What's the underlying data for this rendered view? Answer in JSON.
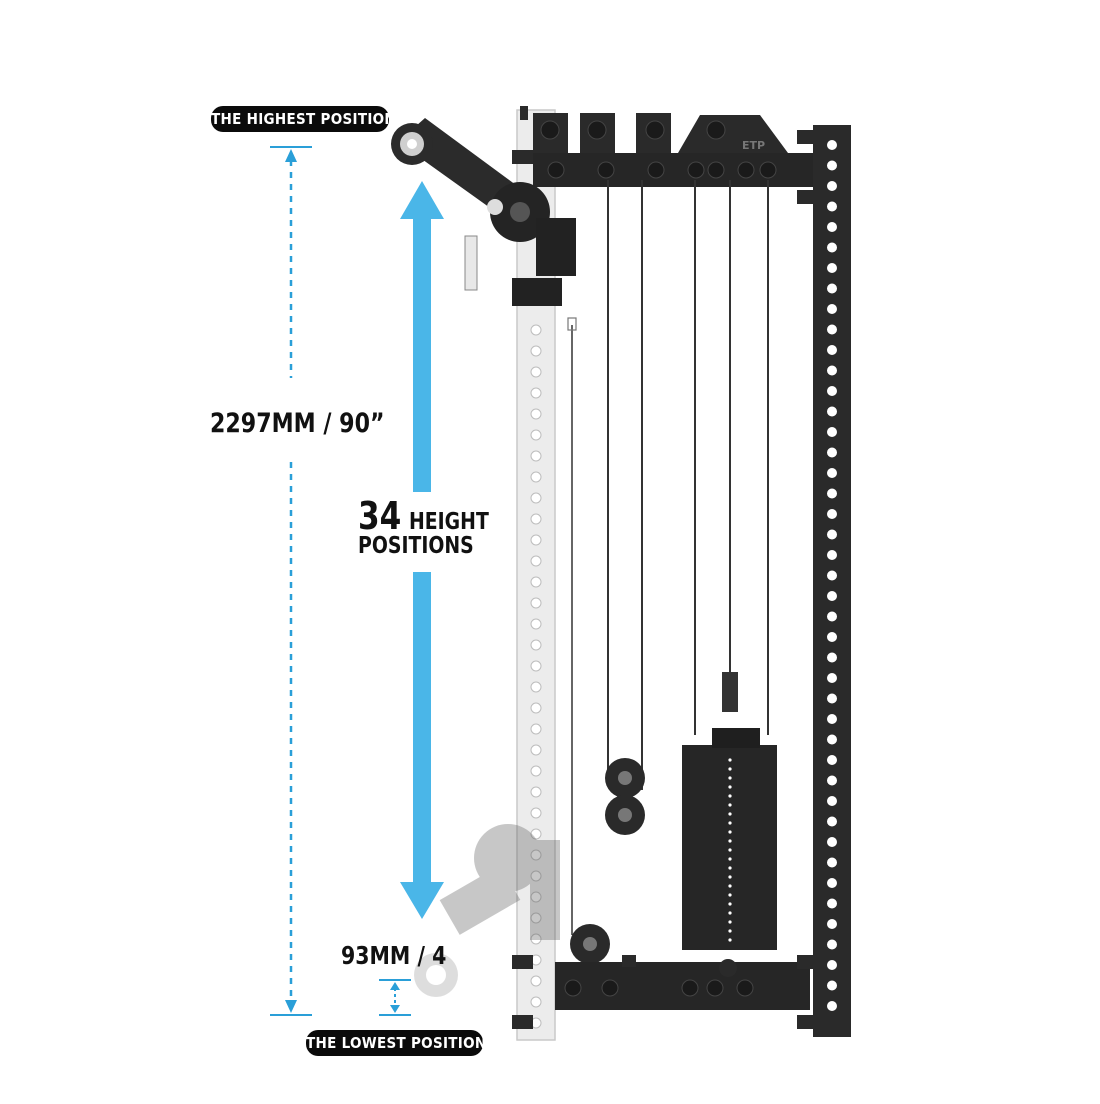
{
  "labels": {
    "highest_position": "THE HIGHEST POSITION",
    "lowest_position": "THE LOWEST POSITION",
    "total_height": "2297MM / 90”",
    "positions_count": "34",
    "positions_word_1": "HEIGHT",
    "positions_word_2": "POSITIONS",
    "lowest_offset": "93MM / 4"
  },
  "brand_mark": "ETP",
  "colors": {
    "accent_arrow": "#4ab6e8",
    "dimension_line": "#2a9fd8",
    "frame_dark": "#2a2a2a",
    "upright_light": "#e6e6e6",
    "pill_bg": "#0b0b0b"
  },
  "icons": [
    "arrow-up-down-icon",
    "dimension-line-icon"
  ]
}
